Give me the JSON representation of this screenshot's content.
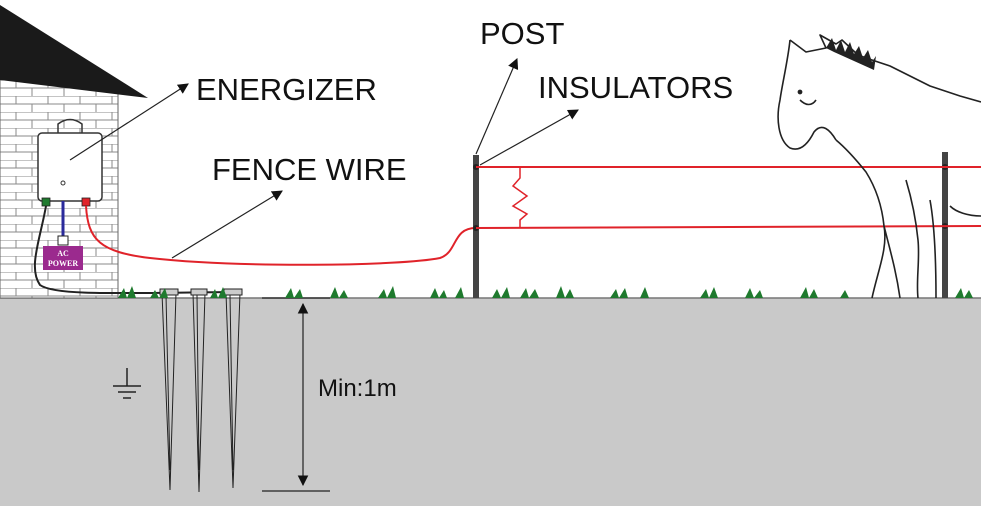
{
  "diagram": {
    "labels": {
      "energizer": "ENERGIZER",
      "fence_wire": "FENCE WIRE",
      "post": "POST",
      "insulators": "INSULATORS",
      "depth": "Min:1m",
      "ac_power_line1": "AC",
      "ac_power_line2": "POWER"
    },
    "colors": {
      "wire": "#e0232a",
      "ground": "#c9c9c9",
      "grass": "#1f7a2e",
      "ac_box": "#9b2a8e",
      "post": "#444444",
      "outline": "#222222"
    },
    "icons": [
      "ground-symbol-icon",
      "horse-outline",
      "house-wall",
      "energizer-box"
    ]
  }
}
